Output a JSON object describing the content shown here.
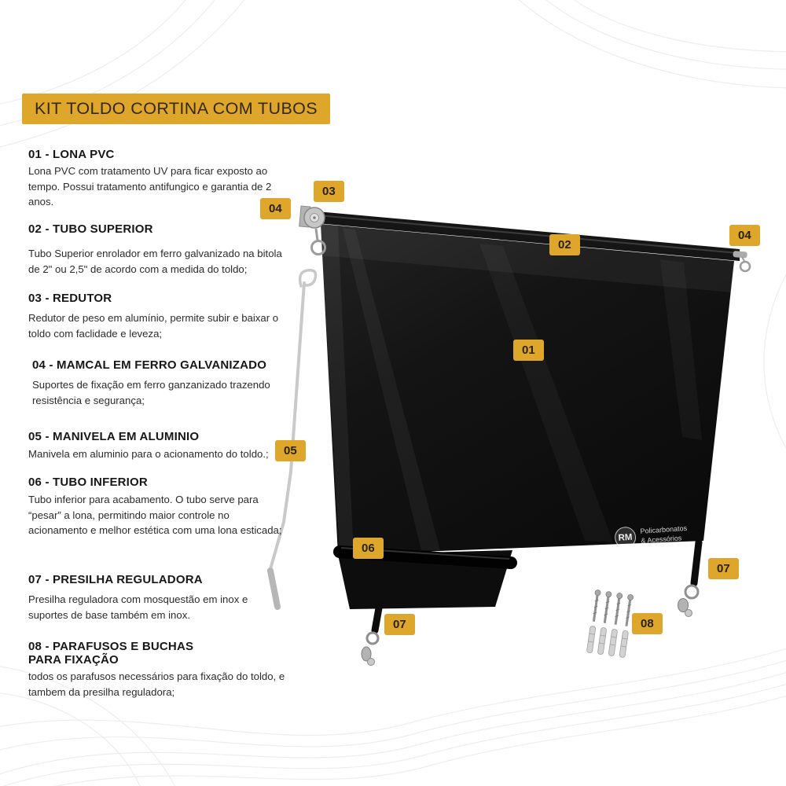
{
  "title": "KIT TOLDO CORTINA COM TUBOS",
  "sections": [
    {
      "heading": "01 - LONA PVC",
      "body": "Lona PVC com tratamento UV para ficar exposto ao tempo. Possui tratamento antifungico e garantia de 2 anos."
    },
    {
      "heading": "02 - TUBO SUPERIOR",
      "body": "Tubo Superior enrolador em ferro galvanizado na bitola de 2\" ou 2,5\" de acordo com a medida do toldo;"
    },
    {
      "heading": "03 - REDUTOR",
      "body": "Redutor de peso em alumínio, permite subir e baixar o toldo com faclidade e leveza;"
    },
    {
      "heading": "04 - MAMCAL  EM FERRO GALVANIZADO",
      "body": "Suportes de fixação em ferro ganzanizado trazendo resistência e segurança;"
    },
    {
      "heading": "05 - MANIVELA EM ALUMINIO",
      "body": "Manivela em aluminio para o acionamento do toldo.;"
    },
    {
      "heading": "06 - TUBO INFERIOR",
      "body": "Tubo inferior para acabamento. O tubo serve para “pesar” a lona, permitindo maior controle no acionamento e melhor estética com uma lona esticada;"
    },
    {
      "heading": "07 - PRESILHA REGULADORA",
      "body": "Presilha reguladora com mosquestão em inox e suportes de base também em inox."
    },
    {
      "heading": "08 - PARAFUSOS E BUCHAS PARA FIXAÇÃO",
      "body": "todos os parafusos necessários para fixação do toldo, e tambem da presilha reguladora;"
    }
  ],
  "callouts": {
    "n01": "01",
    "n02": "02",
    "n03": "03",
    "n04": "04",
    "n05": "05",
    "n06": "06",
    "n07": "07",
    "n08": "08"
  },
  "watermark": {
    "initials": "RM",
    "line1": "Policarbonatos",
    "line2": "& Acessórios"
  },
  "colors": {
    "accent": "#DFA62C",
    "callout_text": "#2A220E",
    "canvas_black": "#101010"
  }
}
